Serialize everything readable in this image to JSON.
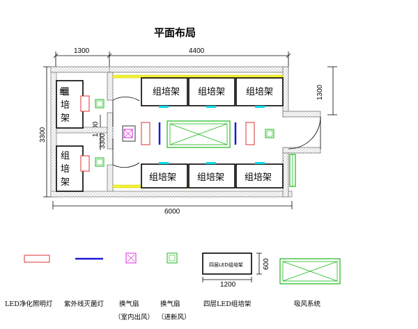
{
  "title": "平面布局",
  "dimensions": {
    "top_left": "1300",
    "top_right": "4400",
    "bottom": "6000",
    "left_height": "3300",
    "right_height": "1300",
    "inner_a": "1300",
    "inner_b": "3300"
  },
  "shelf_label": "组培架",
  "legend": {
    "led_light": "LED净化照明灯",
    "uv_lamp": "紫外线灭菌灯",
    "fan_out": "换气扇",
    "fan_out_note": "（室内出风）",
    "fan_in": "换气扇",
    "fan_in_note": "（进新风）",
    "rack": "四层LED组培架",
    "rack_inner": "四层LED组培架",
    "rack_width": "1200",
    "rack_depth": "600",
    "air": "吸风系统"
  },
  "colors": {
    "wall": "#9a9a9a",
    "line": "#000000",
    "led": "#e03030",
    "uv": "#1a1ad8",
    "fan_out": "#e020e0",
    "fan_in": "#18b818",
    "air": "#18b818",
    "door": "#18b818",
    "yellow": "#f2f230",
    "cyan": "#00d8e8"
  }
}
